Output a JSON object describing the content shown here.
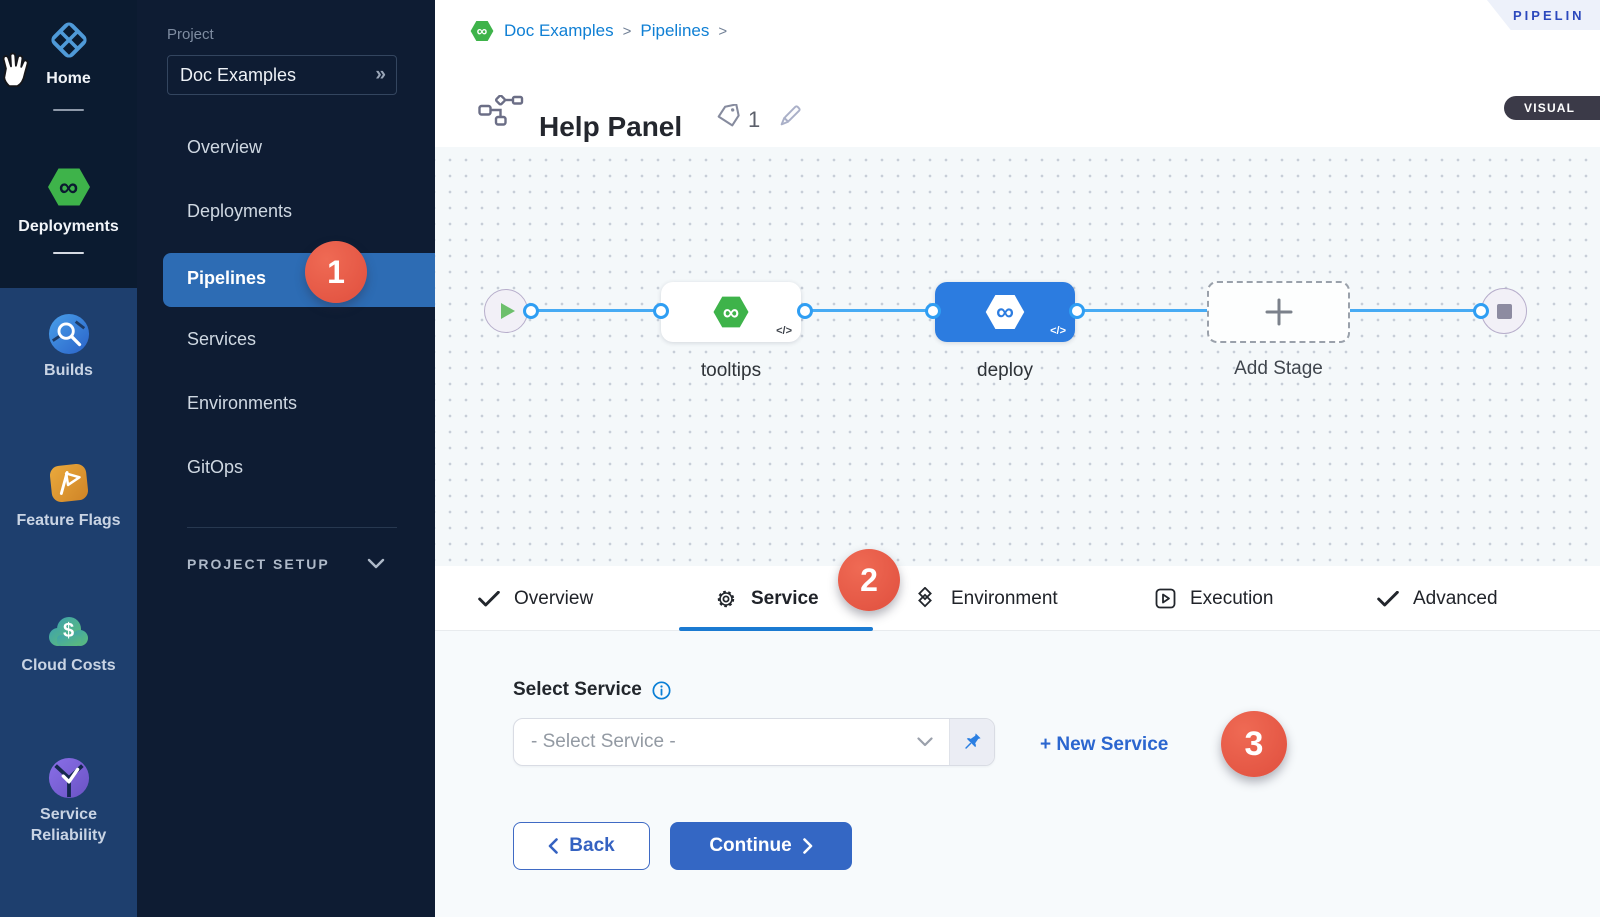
{
  "module_rail": {
    "items": [
      {
        "icon": "home-icon",
        "label": "Home"
      },
      {
        "icon": "deployments-icon",
        "label": "Deployments"
      },
      {
        "icon": "builds-icon",
        "label": "Builds"
      },
      {
        "icon": "feature-flags-icon",
        "label": "Feature Flags"
      },
      {
        "icon": "cloud-costs-icon",
        "label": "Cloud Costs"
      },
      {
        "icon": "service-reliability-icon",
        "label": "Service Reliability"
      }
    ]
  },
  "project_nav": {
    "section_label": "Project",
    "project_name": "Doc Examples",
    "expand_icon": "»",
    "items": [
      {
        "label": "Overview"
      },
      {
        "label": "Deployments"
      },
      {
        "label": "Pipelines",
        "active": true
      },
      {
        "label": "Services"
      },
      {
        "label": "Environments"
      },
      {
        "label": "GitOps"
      }
    ],
    "setup_section": {
      "label": "PROJECT SETUP"
    }
  },
  "topbar": {
    "breadcrumb": {
      "items": [
        "Doc Examples",
        "Pipelines"
      ],
      "separator": ">"
    },
    "ribbon_label": "PIPELIN"
  },
  "header": {
    "title": "Help Panel",
    "tag_count": "1",
    "mode_badge": "VISUAL"
  },
  "canvas": {
    "nodes": [
      {
        "id": "start"
      },
      {
        "id": "stage-tooltips",
        "label": "tooltips",
        "code_badge": "</>"
      },
      {
        "id": "stage-deploy",
        "label": "deploy",
        "code_badge": "</>",
        "selected": true
      },
      {
        "id": "add-stage",
        "label": "Add Stage"
      },
      {
        "id": "end"
      }
    ]
  },
  "tabs": {
    "items": [
      {
        "label": "Overview",
        "icon": "check-icon"
      },
      {
        "label": "Service",
        "icon": "gear-icon",
        "active": true
      },
      {
        "label": "Environment",
        "icon": "layers-icon"
      },
      {
        "label": "Execution",
        "icon": "execution-icon"
      },
      {
        "label": "Advanced",
        "icon": "check-icon"
      }
    ]
  },
  "service_panel": {
    "label": "Select Service",
    "dropdown_placeholder": "- Select Service -",
    "new_service_link": "+ New Service",
    "back_label": "Back",
    "continue_label": "Continue"
  },
  "annotations": {
    "step1": "1",
    "step2": "2",
    "step3": "3"
  },
  "glyphs": {
    "infinity": "∞",
    "dollar": "$"
  },
  "colors": {
    "accent_blue": "#0278d5",
    "primary_button": "#3467c4",
    "nav_selected": "#2d6cb4",
    "badge_red": "#e65a48",
    "node_blue": "#2c7ce0",
    "node_green": "#3eb34a",
    "connector_blue": "#47abf4",
    "tab_underline": "#1b7ad1"
  }
}
